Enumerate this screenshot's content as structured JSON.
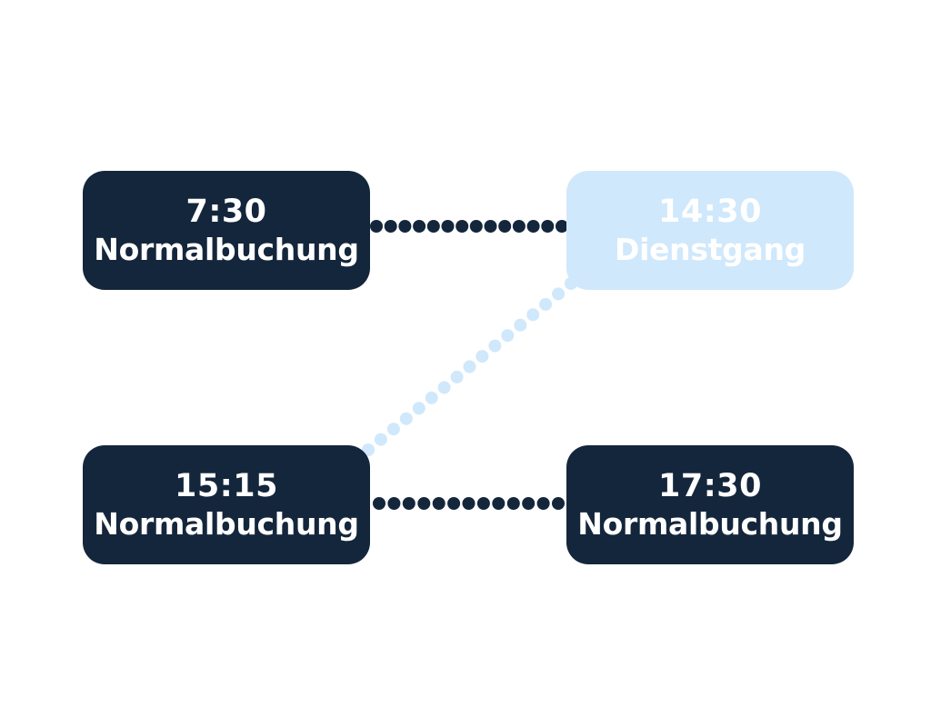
{
  "colors": {
    "dark": "#14263b",
    "light": "#d0e8fb",
    "text": "#ffffff"
  },
  "bookings": [
    {
      "time": "7:30",
      "type": "Normalbuchung",
      "style": "dark"
    },
    {
      "time": "14:30",
      "type": "Dienstgang",
      "style": "light"
    },
    {
      "time": "15:15",
      "type": "Normalbuchung",
      "style": "dark"
    },
    {
      "time": "17:30",
      "type": "Normalbuchung",
      "style": "dark"
    }
  ],
  "connections": [
    {
      "from": 0,
      "to": 1,
      "style": "dark"
    },
    {
      "from": 1,
      "to": 2,
      "style": "light"
    },
    {
      "from": 2,
      "to": 3,
      "style": "dark"
    }
  ]
}
